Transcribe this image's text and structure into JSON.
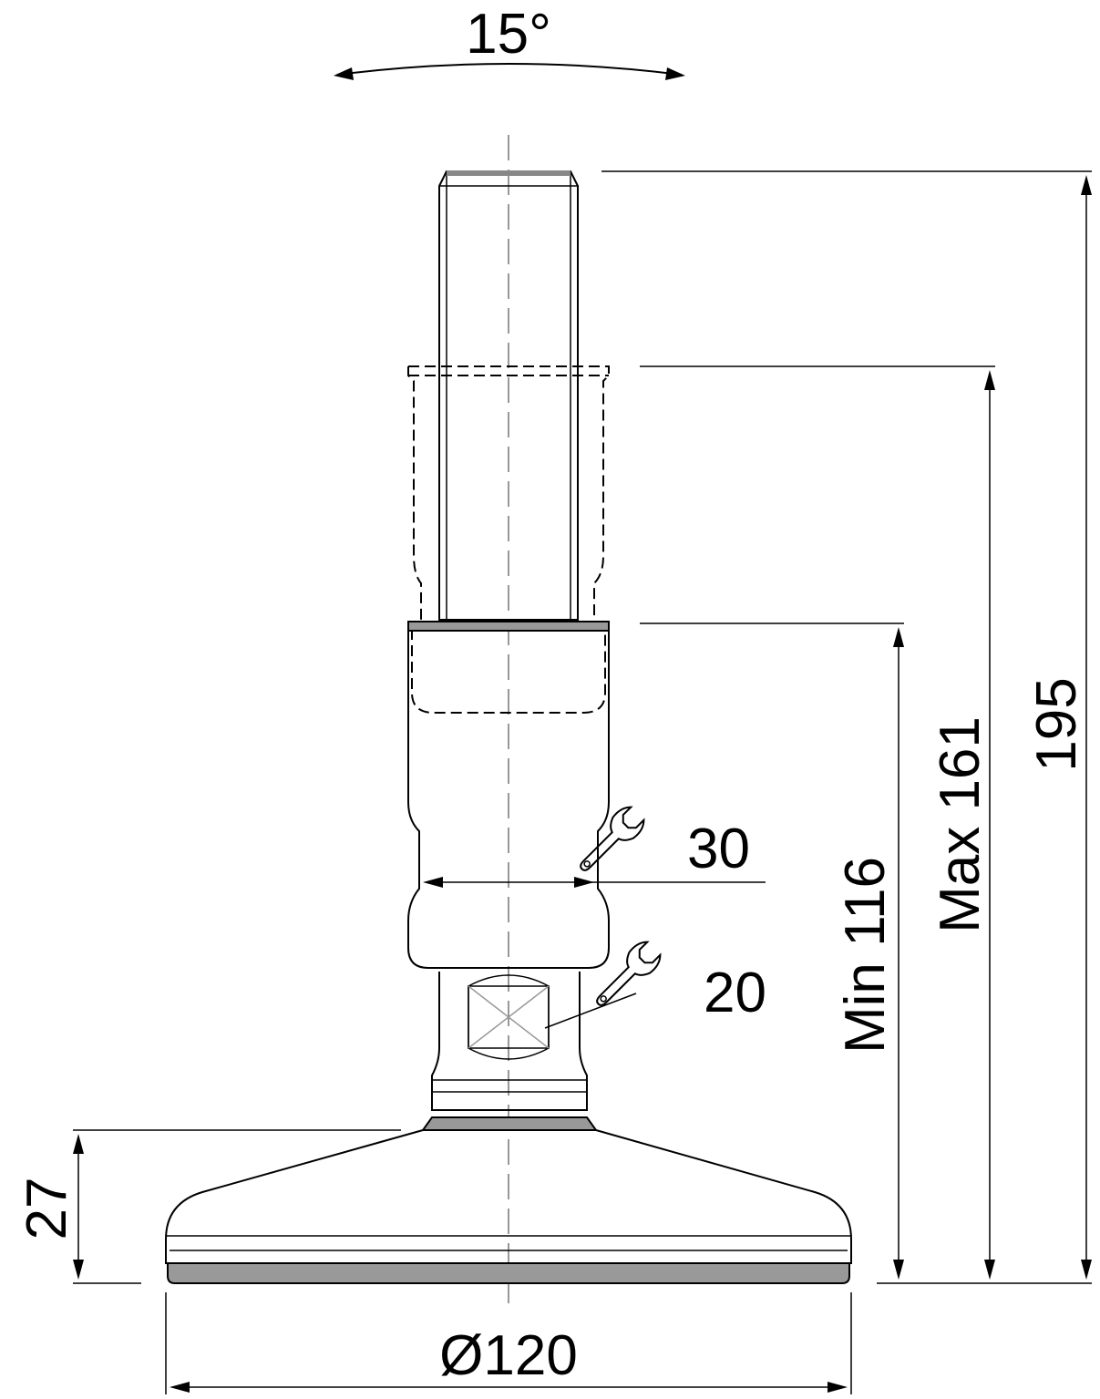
{
  "dimensions": {
    "angle": "15°",
    "overall_height": "195",
    "max_height": "Max 161",
    "min_height": "Min 116",
    "base_height": "27",
    "base_diameter": "Ø120",
    "wrench_large": "30",
    "wrench_small": "20"
  },
  "colors": {
    "line": "#000000",
    "rubber_pad": "#999999",
    "centerline": "#777777"
  },
  "icons": [
    "wrench-icon",
    "wrench-icon"
  ]
}
